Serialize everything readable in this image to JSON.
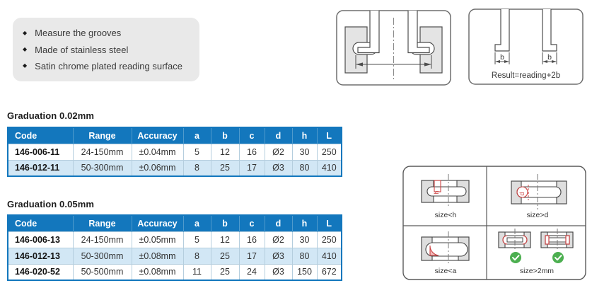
{
  "features": {
    "items": [
      "Measure the grooves",
      "Made of stainless steel",
      "Satin chrome plated reading surface"
    ]
  },
  "diagrams": {
    "jaw_detail": {
      "b_label_left": "b",
      "b_label_right": "b",
      "formula": "Result=reading+2b"
    }
  },
  "usage_grid": {
    "quadrants": [
      {
        "label": "size<h"
      },
      {
        "label": "size>d"
      },
      {
        "label": "size<a"
      },
      {
        "label": "size>2mm"
      }
    ],
    "annotation_h": "h",
    "annotation_d": "d"
  },
  "tables": [
    {
      "title": "Graduation 0.02mm",
      "headers": [
        "Code",
        "Range",
        "Accuracy",
        "a",
        "b",
        "c",
        "d",
        "h",
        "L"
      ],
      "rows": [
        [
          "146-006-11",
          "24-150mm",
          "±0.04mm",
          "5",
          "12",
          "16",
          "Ø2",
          "30",
          "250"
        ],
        [
          "146-012-11",
          "50-300mm",
          "±0.06mm",
          "8",
          "25",
          "17",
          "Ø3",
          "80",
          "410"
        ]
      ]
    },
    {
      "title": "Graduation 0.05mm",
      "headers": [
        "Code",
        "Range",
        "Accuracy",
        "a",
        "b",
        "c",
        "d",
        "h",
        "L"
      ],
      "rows": [
        [
          "146-006-13",
          "24-150mm",
          "±0.05mm",
          "5",
          "12",
          "16",
          "Ø2",
          "30",
          "250"
        ],
        [
          "146-012-13",
          "50-300mm",
          "±0.08mm",
          "8",
          "25",
          "17",
          "Ø3",
          "80",
          "410"
        ],
        [
          "146-020-52",
          "50-500mm",
          "±0.08mm",
          "11",
          "25",
          "24",
          "Ø3",
          "150",
          "672"
        ]
      ]
    }
  ],
  "colors": {
    "header_bg": "#1377bd",
    "row_alt_bg": "#d2e7f5",
    "check_green": "#4caf50",
    "annotation_red": "#cc4444",
    "feature_box_bg": "#e9e9e9"
  }
}
